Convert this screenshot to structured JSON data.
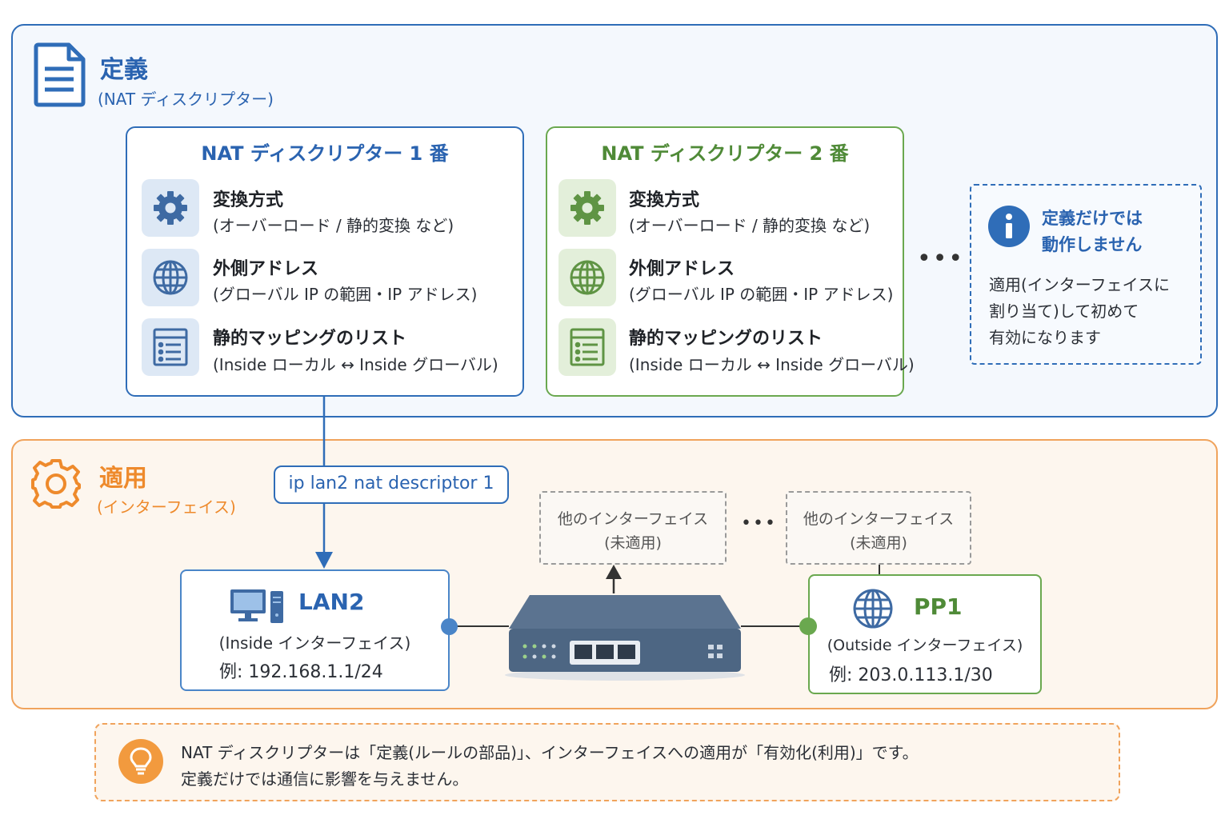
{
  "definition": {
    "title": "定義",
    "subtitle": "(NAT ディスクリプター)",
    "descriptor1": {
      "title": "NAT ディスクリプター 1 番",
      "rows": [
        {
          "icon": "gear-icon",
          "label": "変換方式",
          "desc": "(オーバーロード / 静的変換 など)"
        },
        {
          "icon": "globe-icon",
          "label": "外側アドレス",
          "desc": "(グローバル IP の範囲・IP アドレス)"
        },
        {
          "icon": "list-icon",
          "label": "静的マッピングのリスト",
          "desc": "(Inside ローカル ↔ Inside グローバル)"
        }
      ]
    },
    "descriptor2": {
      "title": "NAT ディスクリプター 2 番",
      "rows": [
        {
          "icon": "gear-icon",
          "label": "変換方式",
          "desc": "(オーバーロード / 静的変換 など)"
        },
        {
          "icon": "globe-icon",
          "label": "外側アドレス",
          "desc": "(グローバル IP の範囲・IP アドレス)"
        },
        {
          "icon": "list-icon",
          "label": "静的マッピングのリスト",
          "desc": "(Inside ローカル ↔ Inside グローバル)"
        }
      ]
    },
    "ellipsis": "•••",
    "note": {
      "title_line1": "定義だけでは",
      "title_line2": "動作しません",
      "body_line1": "適用(インターフェイスに",
      "body_line2": "割り当て)して初めて",
      "body_line3": "有効になります"
    }
  },
  "application": {
    "title": "適用",
    "subtitle": "(インターフェイス)",
    "command": "ip lan2 nat descriptor 1",
    "lan2": {
      "name": "LAN2",
      "role": "(Inside インターフェイス)",
      "example": "例: 192.168.1.1/24"
    },
    "pp1": {
      "name": "PP1",
      "role": "(Outside インターフェイス)",
      "example": "例: 203.0.113.1/30"
    },
    "other1": {
      "line1": "他のインターフェイス",
      "line2": "(未適用)"
    },
    "other2": {
      "line1": "他のインターフェイス",
      "line2": "(未適用)"
    },
    "ellipsis": "•••"
  },
  "footer": {
    "line1": "NAT ディスクリプターは「定義(ルールの部品)」、インターフェイスへの適用が「有効化(利用)」です。",
    "line2": "定義だけでは通信に影響を与えません。"
  },
  "colors": {
    "blue": "#2f6db8",
    "green": "#6aa84f",
    "orange": "#f0a35c"
  }
}
